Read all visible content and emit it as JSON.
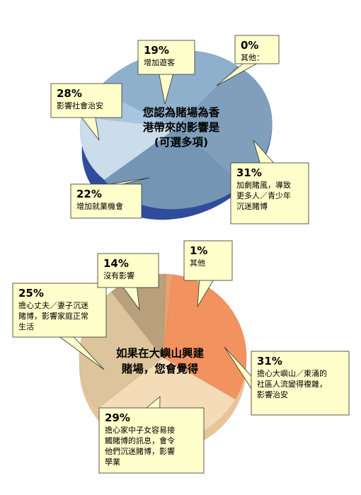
{
  "chart_data": [
    {
      "type": "pie",
      "title_lines": [
        "您認為賭場為香",
        "港帶來的影響是",
        "(可選多項)"
      ],
      "slices": [
        {
          "label_lines": [
            "增加遊客"
          ],
          "value": 19,
          "display": "19%",
          "color": "#8fb0cc"
        },
        {
          "label_lines": [
            "其他："
          ],
          "value": 0,
          "display": "0%",
          "color": "#7f9fbd"
        },
        {
          "label_lines": [
            "加劇賭風，導致",
            "更多人／青少年",
            "沉迷賭博"
          ],
          "value": 31,
          "display": "31%",
          "color": "#7595b5"
        },
        {
          "label_lines": [
            "增加就業機會"
          ],
          "value": 22,
          "display": "22%",
          "color": "#cbdcea"
        },
        {
          "label_lines": [
            "影響社會治安"
          ],
          "value": 28,
          "display": "28%",
          "color": "#a8c6e0"
        }
      ]
    },
    {
      "type": "pie",
      "title_lines": [
        "如果在大嶼山興建",
        "賭場，您會覺得"
      ],
      "slices": [
        {
          "label_lines": [
            "其他"
          ],
          "value": 1,
          "display": "1%",
          "color": "#e8a070"
        },
        {
          "label_lines": [
            "擔心大嶼山／東涌的",
            "社區人流變得複雜，",
            "影響治安"
          ],
          "value": 31,
          "display": "31%",
          "color": "#f2935f"
        },
        {
          "label_lines": [
            "擔心家中子女容易接",
            "觸賭博的訊息，會令",
            "他們沉迷賭博，影響",
            "學業"
          ],
          "value": 29,
          "display": "29%",
          "color": "#f4dcb8"
        },
        {
          "label_lines": [
            "擔心丈夫／妻子沉迷",
            "賭博，影響家庭正常",
            "生活"
          ],
          "value": 25,
          "display": "25%",
          "color": "#dcc49c"
        },
        {
          "label_lines": [
            "沒有影響"
          ],
          "value": 14,
          "display": "14%",
          "color": "#b8a07c"
        }
      ]
    }
  ]
}
